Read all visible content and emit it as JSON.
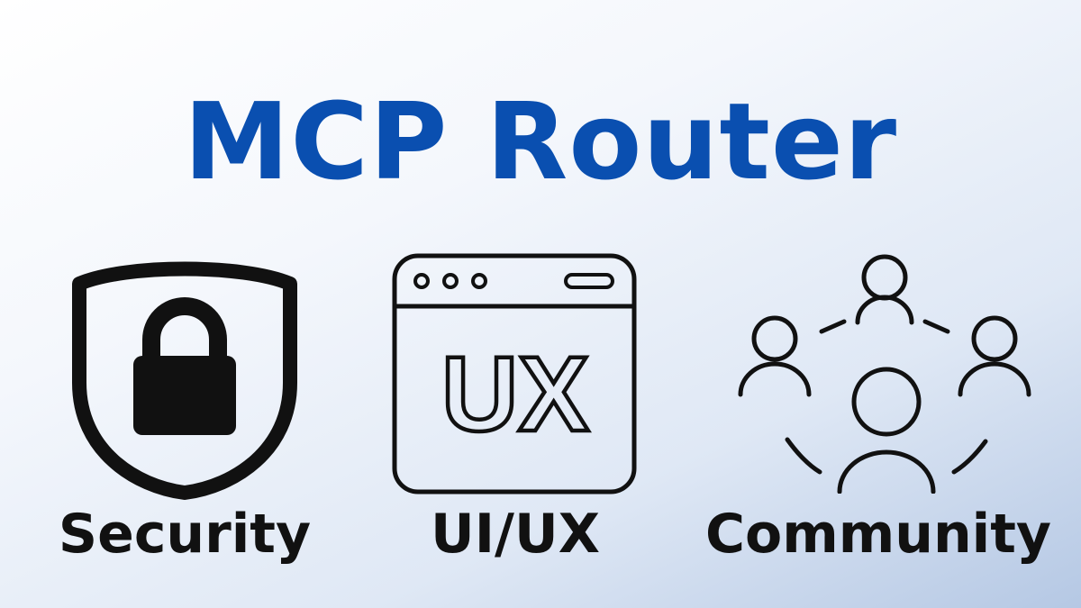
{
  "title": "MCP Router",
  "colors": {
    "title": "#0a4fb0",
    "icon": "#111111"
  },
  "features": [
    {
      "label": "Security",
      "icon": "shield-lock-icon"
    },
    {
      "label": "UI/UX",
      "icon": "browser-window-ux-icon"
    },
    {
      "label": "Community",
      "icon": "people-network-icon"
    }
  ],
  "window_icon_text": "UX"
}
